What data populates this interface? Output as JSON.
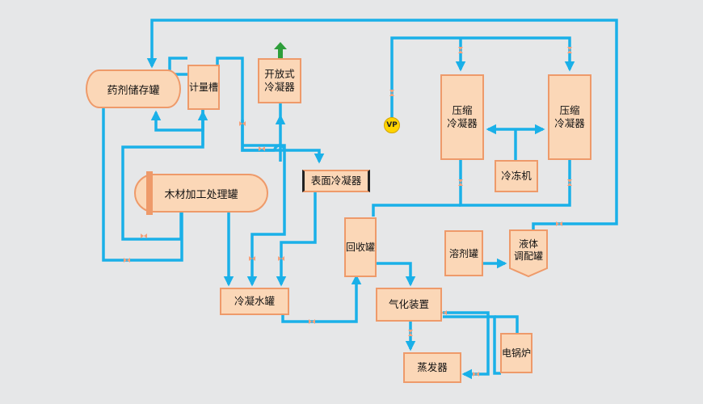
{
  "colors": {
    "pipe": "#1ab0e8",
    "box_fill": "#fbd7b7",
    "box_border": "#ee9a6a",
    "valve": "#f4a07a",
    "vent_arrow": "#2e9e3a",
    "background": "#e6e7e8"
  },
  "labels": {
    "solvent_storage_tank": "药剂储存罐",
    "metering_tank": "计量槽",
    "open_condenser": "开放式\n冷凝器",
    "wood_processing_tank": "木材加工处理罐",
    "surface_condenser": "表面冷凝器",
    "compression_condenser_left": "压缩\n冷凝器",
    "compression_condenser_right": "压缩\n冷凝器",
    "chiller": "冷冻机",
    "recovery_tank": "回收罐",
    "solvent_tank": "溶剂罐",
    "liquid_mixing_tank": "液体\n调配罐",
    "condensate_tank": "冷凝水罐",
    "vaporizer": "气化装置",
    "evaporator": "蒸发器",
    "electric_boiler": "电锅炉",
    "vacuum_pump": "VP"
  },
  "icons": {
    "valve": "valve-icon",
    "vent": "vent-arrow-icon",
    "flow": "arrow-head-icon"
  }
}
